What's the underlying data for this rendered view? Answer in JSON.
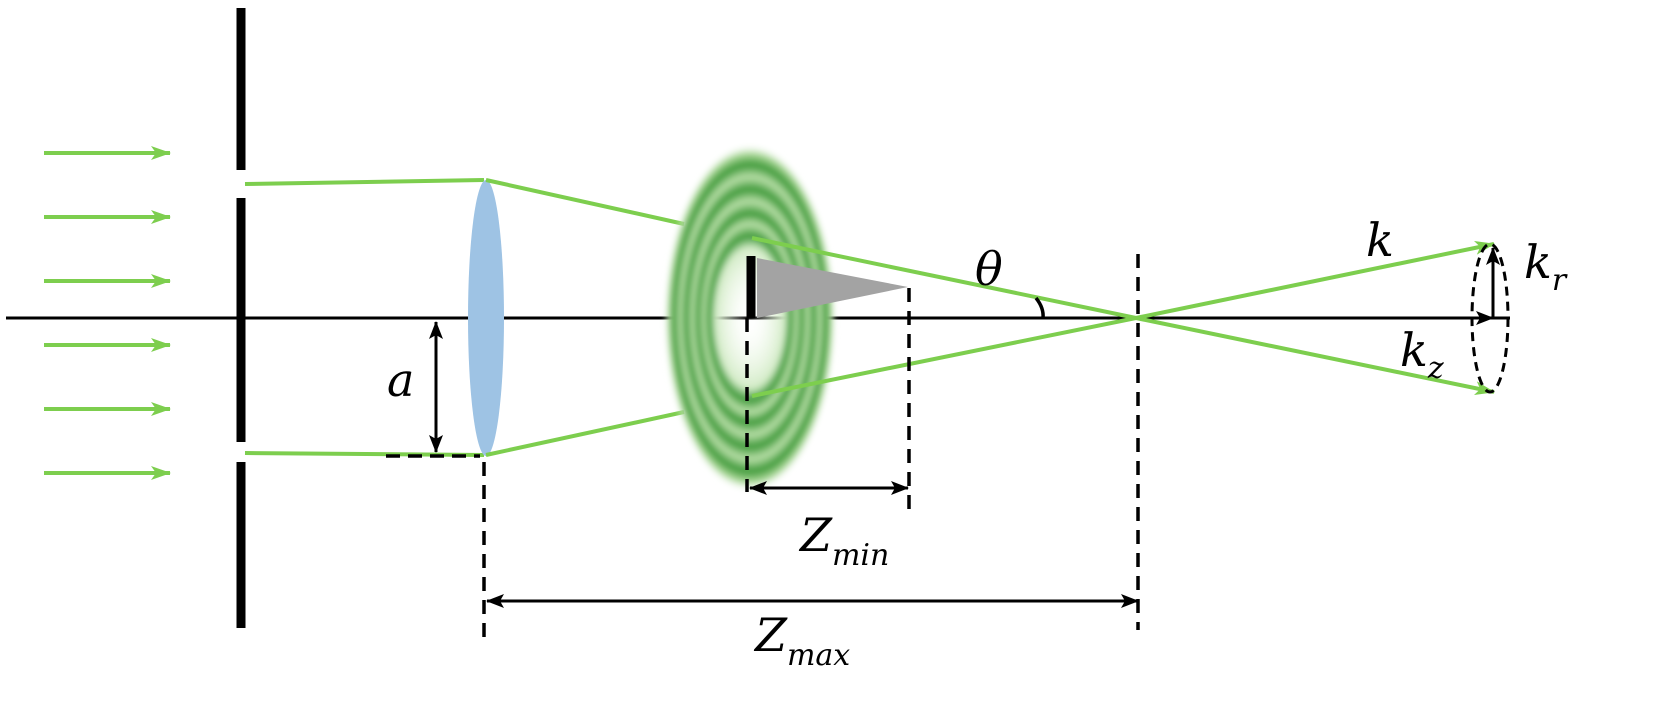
{
  "labels": {
    "a": "a",
    "theta": "θ",
    "k": "k",
    "k_r": "k",
    "k_r_sub": "r",
    "k_z": "k",
    "k_z_sub": "z",
    "z_min": "Z",
    "z_min_sub": "min",
    "z_max": "Z",
    "z_max_sub": "max"
  },
  "colors": {
    "beam": "#7dce4e",
    "lens": "#9ec3e4",
    "ring_dark": "#3f9a3a",
    "ring_light": "#b9dfa8",
    "obstacle": "#a3a3a3",
    "line": "#000000"
  },
  "incident_arrow_count": 6
}
